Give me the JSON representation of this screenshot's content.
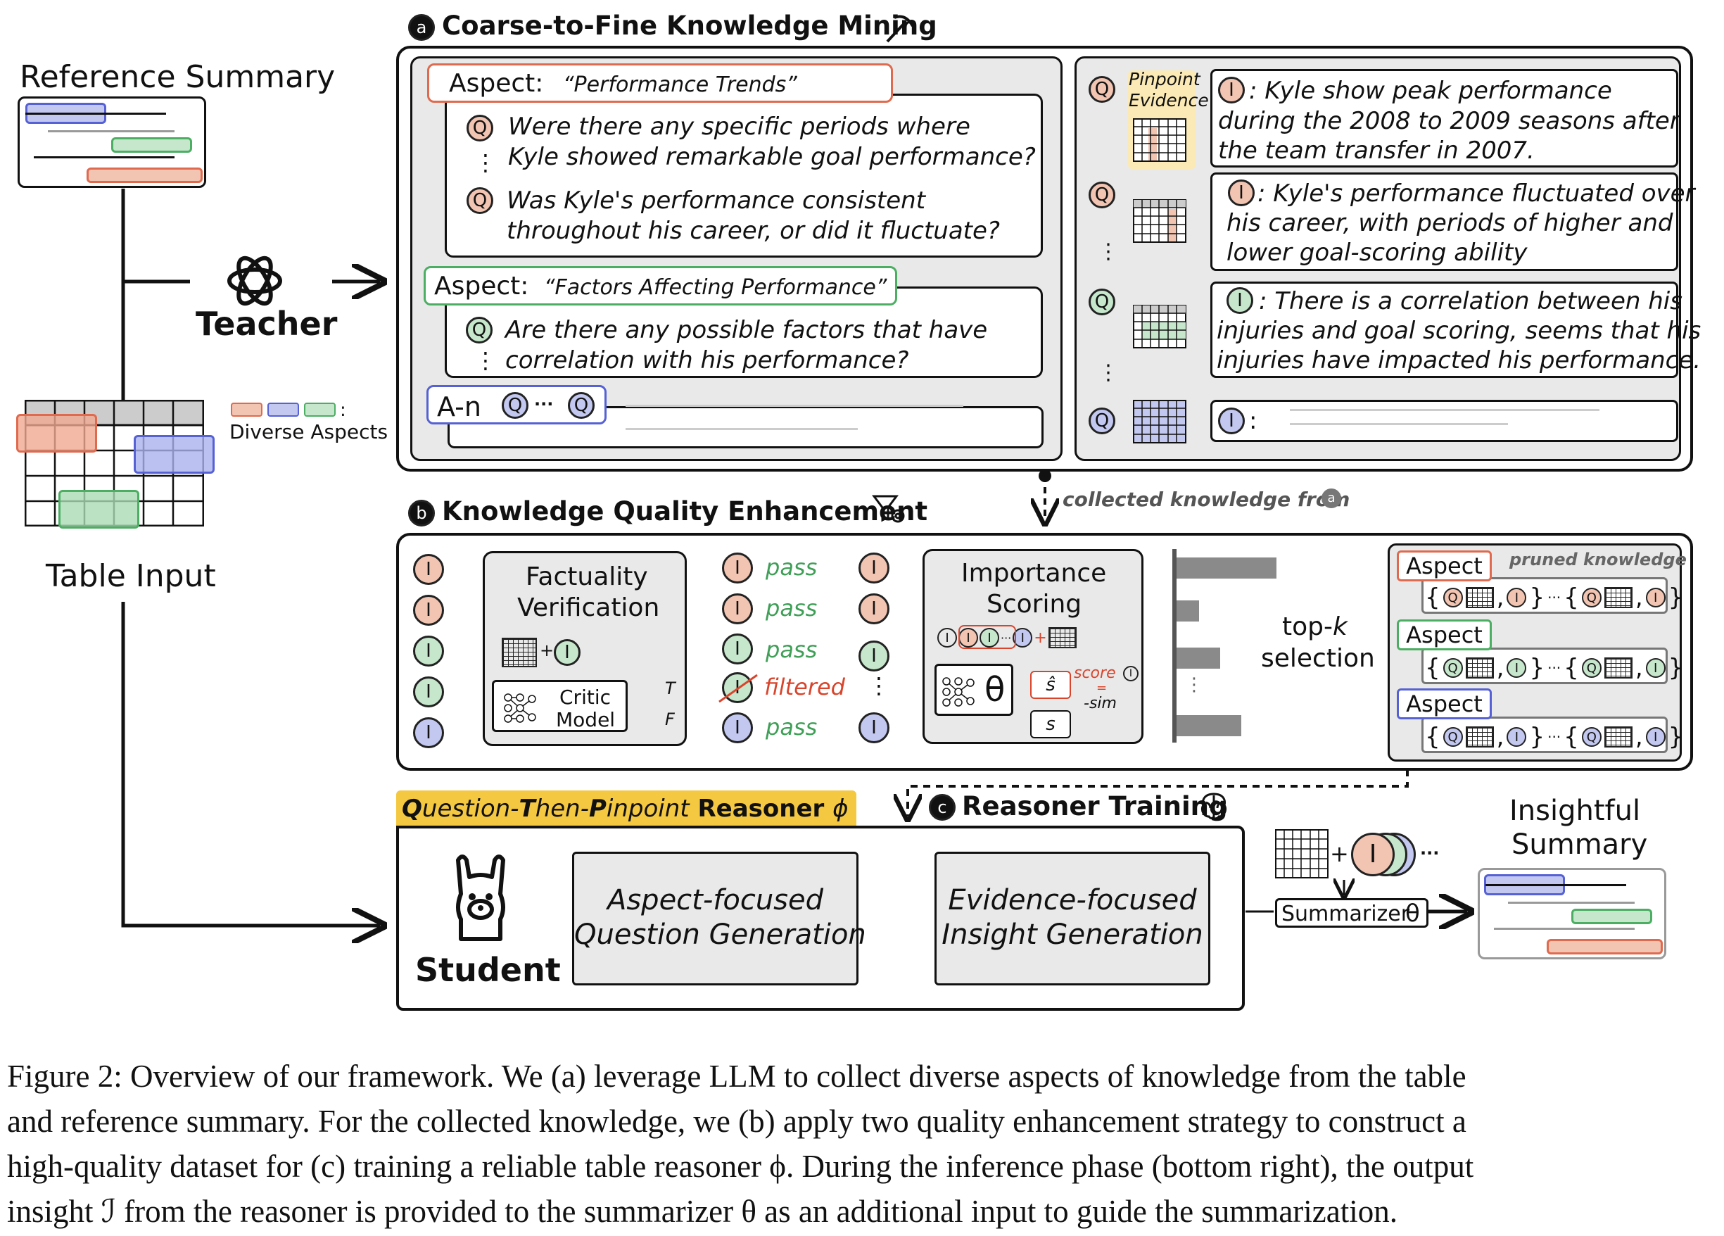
{
  "left": {
    "reference_summary": "Reference Summary",
    "teacher": "Teacher",
    "table_input": "Table Input",
    "diverse_aspects": "Diverse Aspects",
    "colon": ":"
  },
  "panel_a": {
    "badge": "a",
    "title": "Coarse-to-Fine Knowledge Mining",
    "aspect_label": "Aspect:",
    "aspect1_name": "“Performance Trends”",
    "q1_line1": "Were there any specific periods where",
    "q1_line2": "Kyle showed remarkable goal performance?",
    "q2_line1": "Was Kyle's performance consistent",
    "q2_line2": "throughout his career, or did it fluctuate?",
    "aspect2_name": "“Factors Affecting Performance”",
    "q3_line1": "Are there any possible factors that have",
    "q3_line2": "correlation with his performance?",
    "an_label": "A-n",
    "q": "Q",
    "i": "I",
    "dots": "···",
    "vdots": "⋮",
    "pinpoint_line1": "Pinpoint",
    "pinpoint_line2": "Evidence",
    "insight1": [
      ": Kyle show peak performance",
      "during the 2008 to 2009 seasons after",
      "the team transfer in 2007."
    ],
    "insight2": [
      ": Kyle's performance fluctuated over",
      "his career, with periods of higher and",
      "lower goal-scoring ability"
    ],
    "insight3": [
      ": There is a correlation between his",
      "injuries and goal scoring, seems that his",
      "injuries have impacted his performance."
    ],
    "insight4": ":",
    "collected": "collected knowledge from"
  },
  "panel_b": {
    "badge": "b",
    "title": "Knowledge Quality Enhancement",
    "factuality_line1": "Factuality",
    "factuality_line2": "Verification",
    "critic_line1": "Critic",
    "critic_line2": "Model",
    "T": "T",
    "F": "F",
    "pass": "pass",
    "filtered": "filtered",
    "importance_line1": "Importance",
    "importance_line2": "Scoring",
    "theta": "θ",
    "s_hat": "ŝ",
    "s": "s",
    "score": "score",
    "equals": "=",
    "sim": "-sim",
    "topk_1": "top-",
    "topk_k": "k",
    "topk_2": "selection",
    "pruned": "pruned knowledge",
    "aspect": "Aspect",
    "plus": "+"
  },
  "panel_c": {
    "badge": "c",
    "reasoner_tag": [
      "Q",
      "uestion-",
      "T",
      "hen-",
      "P",
      "inpoint",
      " Reasoner ",
      "ϕ"
    ],
    "title": "Reasoner Training",
    "student": "Student",
    "box1_line1": "Aspect-focused",
    "box1_line2": "Question Generation",
    "box2_line1": "Evidence-focused",
    "box2_line2": "Insight Generation",
    "summarizer": "Summarizer",
    "theta": "θ",
    "insightful_line1": "Insightful",
    "insightful_line2": "Summary"
  },
  "caption": {
    "line1": "Figure 2: Overview of our framework. We (a) leverage LLM to collect diverse aspects of knowledge from the table",
    "line2": "and reference summary. For the collected knowledge, we (b) apply two quality enhancement strategy to construct a",
    "line3": "high-quality dataset for (c) training a reliable table reasoner ϕ. During the inference phase (bottom right), the output",
    "line4": "insight ℐ from the reasoner is provided to the summarizer θ as an additional input to guide the summarization."
  },
  "colors": {
    "red": "#e06a4e",
    "red_fill": "#f2c4b2",
    "green": "#4cae63",
    "green_fill": "#c6e7cc",
    "blue": "#5561d4",
    "blue_fill": "#c3c8f0",
    "panel_gray": "#e9e9e9",
    "yellow_tag": "#f5c842",
    "pass_green": "#3f9f57",
    "filtered_red": "#d9452c"
  }
}
